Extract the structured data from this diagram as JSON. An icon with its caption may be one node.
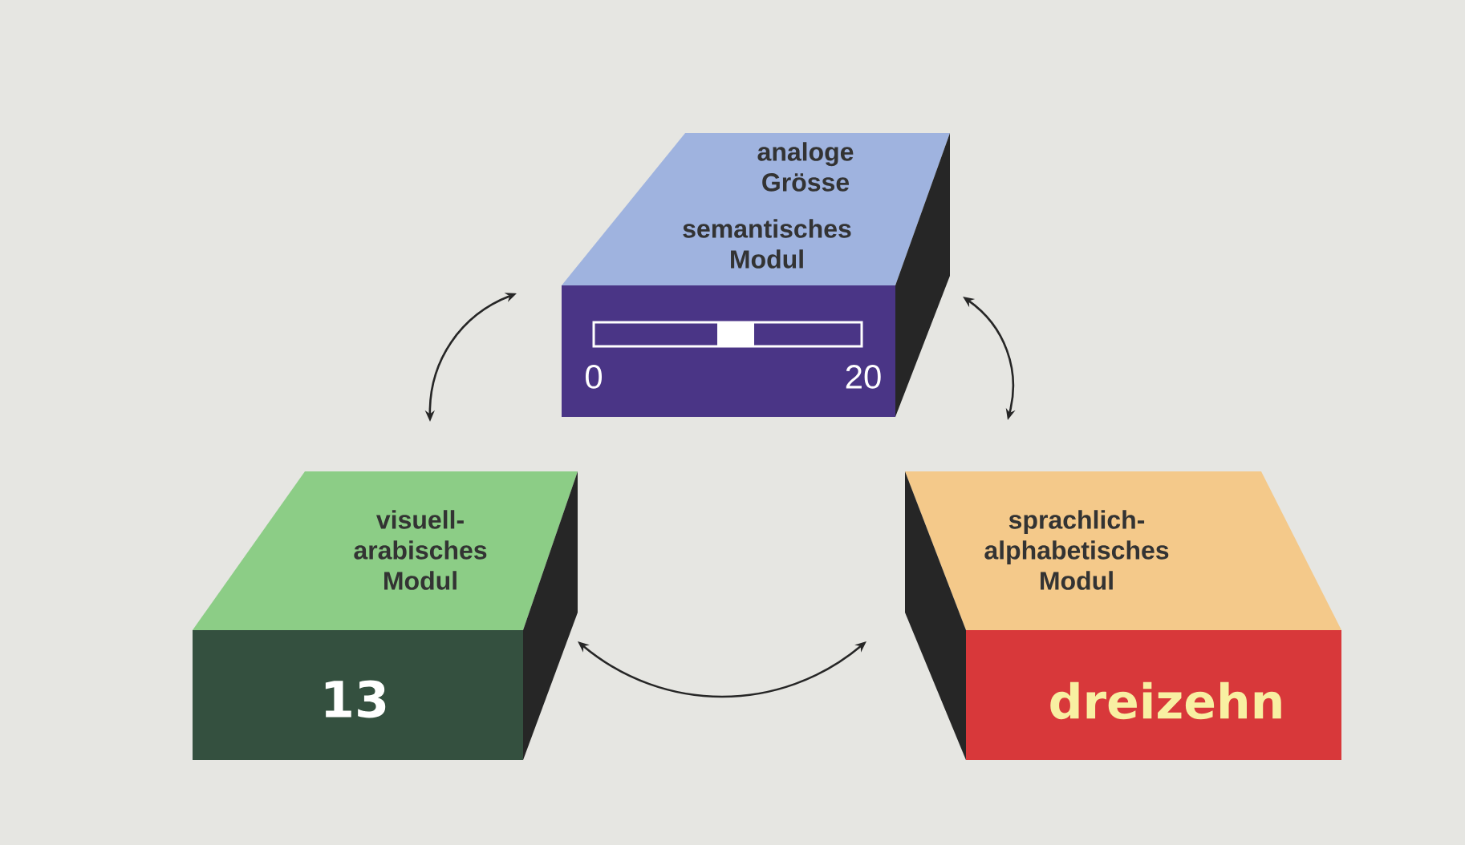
{
  "diagram": {
    "nodes": [
      {
        "text": [
          "analoge Grösse",
          "semantisches Modul",
          "0",
          "20"
        ]
      },
      {
        "text": [
          "visuell-arabisches Modul",
          "13"
        ]
      },
      {
        "text": [
          "sprachlich-alphabetisches Modul",
          "dreizehn"
        ]
      }
    ],
    "edges": [
      {
        "from": 0,
        "to": 1,
        "arrow": "both"
      },
      {
        "from": 0,
        "to": 2,
        "arrow": "both"
      },
      {
        "from": 1,
        "to": 2,
        "arrow": "both"
      }
    ]
  }
}
